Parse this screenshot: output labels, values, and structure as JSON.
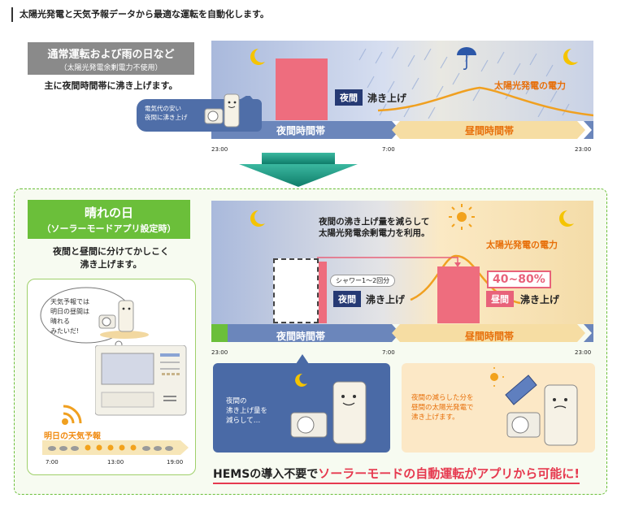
{
  "header": "太陽光発電と天気予報データから最適な運転を自動化します。",
  "top": {
    "label_line1": "通常運転および雨の日など",
    "label_line2": "（太陽光発電余剰電力不使用）",
    "subtext": "主に夜間時間帯に沸き上げます。",
    "bubble_line1": "電気代の安い",
    "bubble_line2": "夜間に沸き上げ",
    "night_tag": "夜間",
    "boil_label": "沸き上げ",
    "solar_label": "太陽光発電の電力",
    "night_band": "夜間時間帯",
    "day_band": "昼間時間帯",
    "times": [
      "23:00",
      "7:00",
      "23:00"
    ]
  },
  "bottom": {
    "label_line1": "晴れの日",
    "label_line2": "（ソーラーモードアプリ設定時）",
    "subtext_line1": "夜間と昼間に分けてかしこく",
    "subtext_line2": "沸き上げます。",
    "thought_lines": [
      "天気予報では",
      "明日の昼間は",
      "晴れる",
      "みたいだ!"
    ],
    "forecast_title": "明日の天気予報",
    "forecast_times": [
      "7:00",
      "13:00",
      "19:00"
    ],
    "reduce_line1": "夜間の沸き上げ量を減らして",
    "reduce_line2": "太陽光発電余剰電力を利用。",
    "solar_label": "太陽光発電の電力",
    "shower_label": "シャワー1～2回分",
    "night_tag": "夜間",
    "day_tag": "昼間",
    "boil_label": "沸き上げ",
    "percent": "40~80%",
    "night_band": "夜間時間帯",
    "day_band": "昼間時間帯",
    "times": [
      "23:00",
      "7:00",
      "23:00"
    ],
    "left_box_lines": [
      "夜間の",
      "沸き上げ量を",
      "減らして…"
    ],
    "right_box_lines": [
      "夜間の減らした分を",
      "昼間の太陽光発電で",
      "沸き上げます。"
    ],
    "hems_prefix": "HEMSの導入不要で",
    "hems_red": "ソーラーモードの自動運転がアプリから可能に!"
  },
  "colors": {
    "night_bar": "#6b86bb",
    "day_bar": "#f6dda3",
    "pink": "#ee6d7e",
    "navy": "#263a74",
    "orange": "#e76f0a",
    "green": "#6bbf3a"
  }
}
